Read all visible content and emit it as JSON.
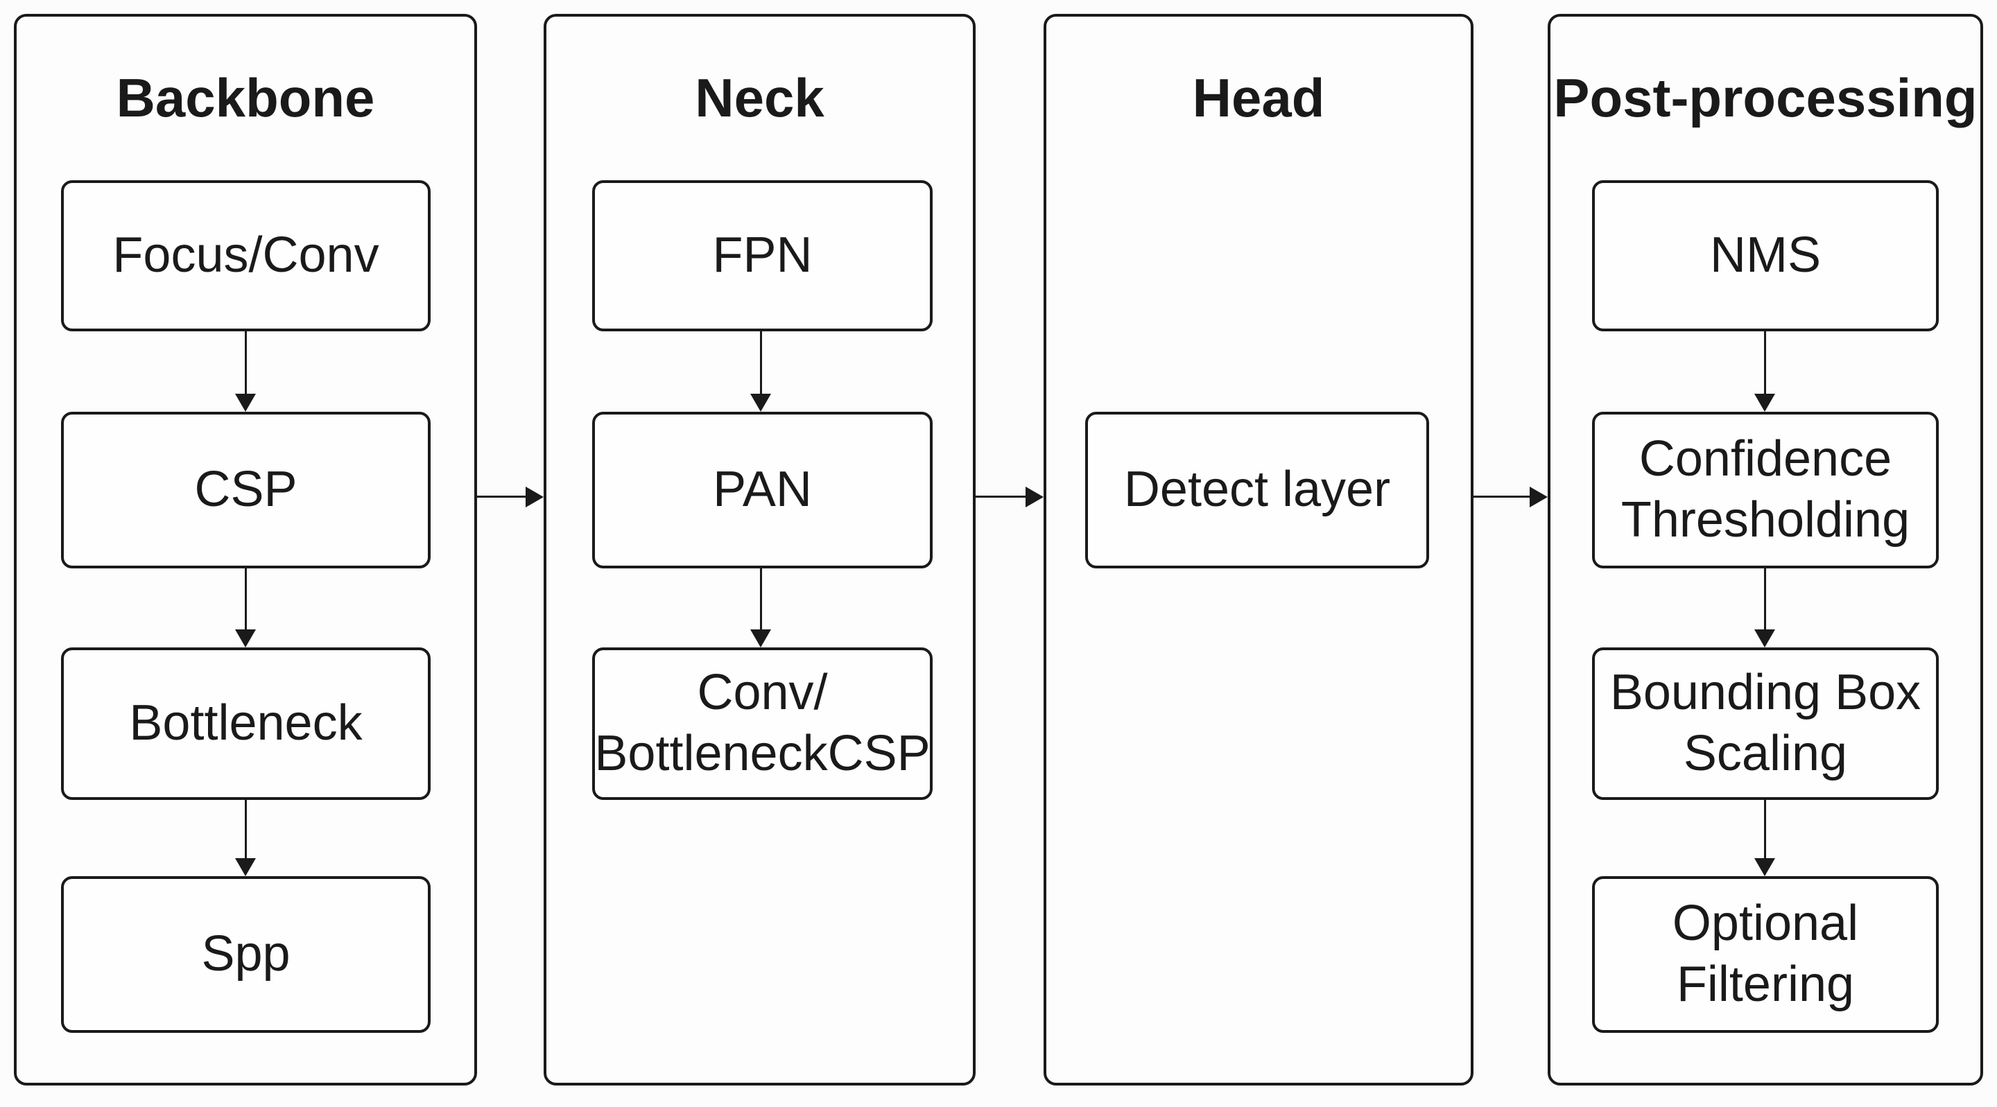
{
  "diagram": {
    "columns": [
      {
        "title": "Backbone",
        "boxes": [
          {
            "label": "Focus/Conv"
          },
          {
            "label": "CSP"
          },
          {
            "label": "Bottleneck"
          },
          {
            "label": "Spp"
          }
        ]
      },
      {
        "title": "Neck",
        "boxes": [
          {
            "label": "FPN"
          },
          {
            "label": "PAN"
          },
          {
            "label": "Conv/\nBottleneckCSP"
          }
        ]
      },
      {
        "title": "Head",
        "boxes": [
          {
            "label": "Detect layer"
          }
        ]
      },
      {
        "title": "Post-processing",
        "boxes": [
          {
            "label": "NMS"
          },
          {
            "label": "Confidence\nThresholding"
          },
          {
            "label": "Bounding Box\nScaling"
          },
          {
            "label": "Optional\nFiltering"
          }
        ]
      }
    ],
    "colors": {
      "line": "#1a1a1a",
      "background": "#fcfcfc",
      "box_fill": "#fefefe",
      "text": "#1a1a1a"
    }
  }
}
